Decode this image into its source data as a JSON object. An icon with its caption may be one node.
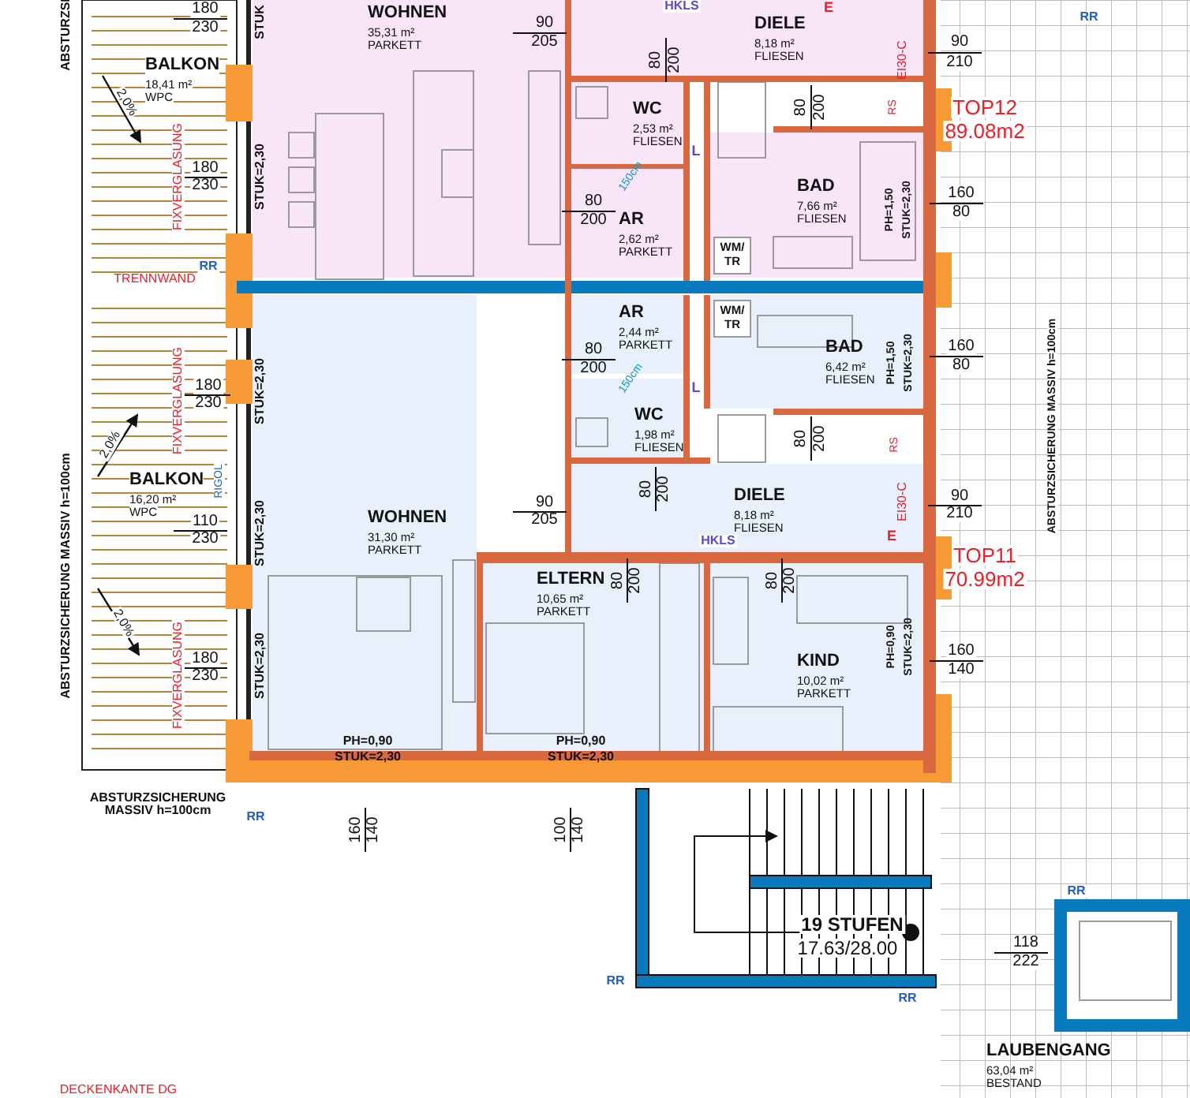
{
  "diagram": {
    "nodes": [
      {
        "text": [
          "BALKON",
          "18,41 m²",
          "WPC"
        ]
      },
      {
        "text": [
          "WOHNEN",
          "35,31 m²",
          "PARKETT"
        ]
      },
      {
        "text": [
          "DIELE",
          "8,18 m²",
          "FLIESEN"
        ]
      },
      {
        "text": [
          "WC",
          "2,53 m²",
          "FLIESEN"
        ]
      },
      {
        "text": [
          "BAD",
          "7,66 m²",
          "FLIESEN"
        ]
      },
      {
        "text": [
          "WM/ TR"
        ],
        "in": 4
      },
      {
        "text": [
          "AR",
          "2,62 m²",
          "PARKETT"
        ]
      },
      {
        "text": [
          "AR",
          "2,44 m²",
          "PARKETT"
        ]
      },
      {
        "text": [
          "BAD",
          "6,42 m²",
          "FLIESEN"
        ]
      },
      {
        "text": [
          "WM/ TR"
        ],
        "in": 8
      },
      {
        "text": [
          "WC",
          "1,98 m²",
          "FLIESEN"
        ]
      },
      {
        "text": [
          "BALKON",
          "16,20 m²",
          "WPC"
        ]
      },
      {
        "text": [
          "WOHNEN",
          "31,30 m²",
          "PARKETT"
        ]
      },
      {
        "text": [
          "DIELE",
          "8,18 m²",
          "FLIESEN"
        ]
      },
      {
        "text": [
          "ELTERN",
          "10,65 m²",
          "PARKETT"
        ]
      },
      {
        "text": [
          "KIND",
          "10,02 m²",
          "PARKETT"
        ]
      },
      {
        "text": [
          "LAUBENGANG",
          "63,04 m²",
          "BESTAND"
        ]
      }
    ],
    "edges": [],
    "labels": [
      "ABSTURZSI",
      "180",
      "230",
      "STUK",
      "90",
      "205",
      "HKLS",
      "E",
      "FIXVERGLASUNG",
      "2,0%",
      "80",
      "200",
      "EI30-C",
      "90",
      "210",
      "RR",
      "RS",
      "80",
      "200",
      "TOP12",
      "89.08m2",
      "L",
      "150cm",
      "180",
      "230",
      "STUK=2,30",
      "80",
      "200",
      "PH=1,50",
      "STUK=2,30",
      "160",
      "80",
      "RR",
      "TRENNWAND",
      "80",
      "200",
      "150cm",
      "PH=1,50",
      "STUK=2,30",
      "160",
      "80",
      "180",
      "230",
      "STUK=2,30",
      "L",
      "FIXVERGLASUNG",
      "2,0%",
      "80",
      "200",
      "RS",
      "80",
      "200",
      "EI30-C",
      "90",
      "210",
      "RIGOL",
      "110",
      "230",
      "STUK=2,30",
      "90",
      "205",
      "HKLS",
      "E",
      "TOP11",
      "70.99m2",
      "80",
      "200",
      "80",
      "200",
      "2,0%",
      "STUK=2,30",
      "180",
      "230",
      "FIXVERGLASUNG",
      "ABSTURZSICHERUNG MASSIV h=100cm",
      "PH=0,90",
      "STUK=2,30",
      "160",
      "140",
      "ABSTURZSICHERUNG MASSIV h=100cm",
      "PH=0,90",
      "STUK=2,30",
      "PH=0,90",
      "STUK=2,30",
      "ABSTURZSICHERUNG MASSIV h=100cm",
      "RR",
      "160",
      "140",
      "100",
      "140",
      "19 STUFEN",
      "17.63/28.00",
      "RR",
      "118",
      "222",
      "RR",
      "RR",
      "DECKENKANTE DG"
    ]
  }
}
